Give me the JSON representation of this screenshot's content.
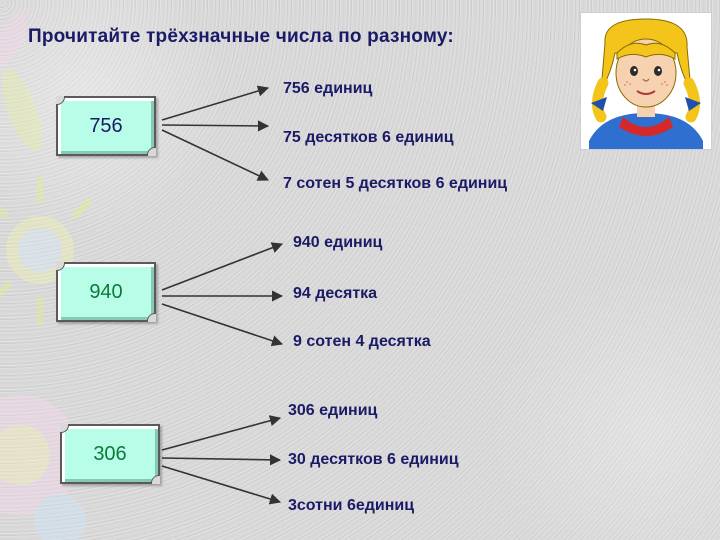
{
  "title": "Прочитайте трёхзначные числа по разному:",
  "colors": {
    "title_text": "#1a1a66",
    "box_fill": "#b8fde8",
    "box_number_first": "#1a1a66",
    "box_number_green": "#0c7a3c",
    "arrow": "#333333"
  },
  "icons": [
    "girl-portrait-icon",
    "decorative-sun-icon"
  ],
  "groups": [
    {
      "number": "756",
      "variants": [
        "756 единиц",
        "75 десятков 6 единиц",
        "7 сотен 5 десятков 6 единиц"
      ]
    },
    {
      "number": "940",
      "variants": [
        "940 единиц",
        "94 десятка",
        "9 сотен  4 десятка"
      ]
    },
    {
      "number": "306",
      "variants": [
        "306 единиц",
        "30 десятков  6 единиц",
        "3сотни  6единиц"
      ]
    }
  ]
}
